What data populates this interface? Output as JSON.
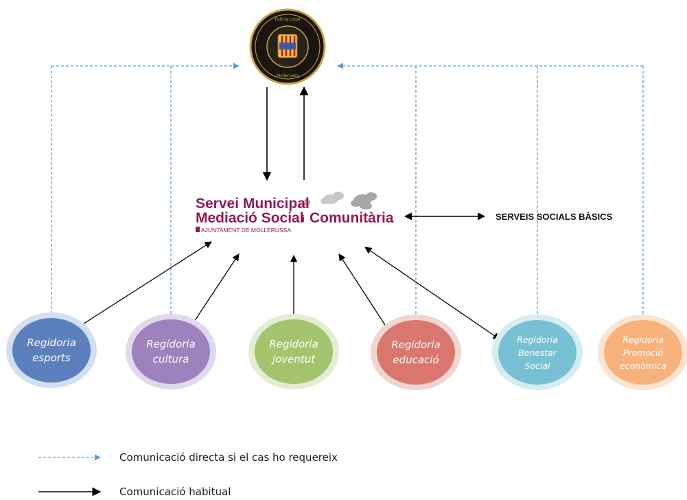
{
  "center": {
    "line1": "Servei Municipal",
    "de": "de",
    "line2": "Mediació Social",
    "i": "i",
    "line2b": "Comunitària",
    "subtitle": "AJUNTAMENT DE MOLLERUSSA"
  },
  "seal": {
    "top_text": "Policia Local",
    "bottom_text": "Mollerussa"
  },
  "basic_services": "SERVEIS SOCIALS BÀSICS",
  "departments": [
    {
      "lines": [
        "Regidoria",
        "esports"
      ],
      "color": "#5c80bd",
      "ring": "#d3deef"
    },
    {
      "lines": [
        "Regidoria",
        "cultura"
      ],
      "color": "#9d82bd",
      "ring": "#e0d9ec"
    },
    {
      "lines": [
        "Regidoria",
        "joventut"
      ],
      "color": "#a3c46c",
      "ring": "#e3edd3"
    },
    {
      "lines": [
        "Regidoria",
        "educació"
      ],
      "color": "#d9766e",
      "ring": "#f0d5d2"
    },
    {
      "lines": [
        "Regidoria",
        "Benestar",
        "Social"
      ],
      "color": "#78c0d4",
      "ring": "#d5ecf2"
    },
    {
      "lines": [
        "Regidoria",
        "Promoció",
        "econòmica"
      ],
      "color": "#f7b27c",
      "ring": "#fbe4d2"
    }
  ],
  "legend": {
    "dashed": "Comunicació directa si el cas ho requereix",
    "solid": "Comunicació habitual"
  },
  "colors": {
    "dashed_line": "#5b9bd5",
    "solid_line": "#000000",
    "brand": "#8e1b57",
    "seal_bg": "#1a1510",
    "seal_gold": "#c9a44b"
  }
}
